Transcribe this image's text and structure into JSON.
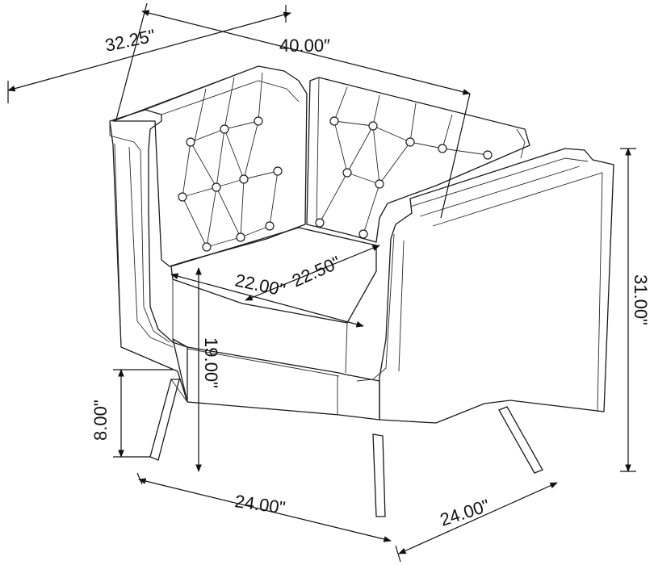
{
  "dimensions": {
    "depth_overall": "32.25\"",
    "width_overall": "40.00″",
    "height_overall": "31.00\"",
    "seat_depth": "22.50\"",
    "seat_width": "22.00\"",
    "seat_height": "19.00\"",
    "leg_height": "8.00\"",
    "base_width": "24.00\"",
    "base_depth": "24.00\""
  }
}
